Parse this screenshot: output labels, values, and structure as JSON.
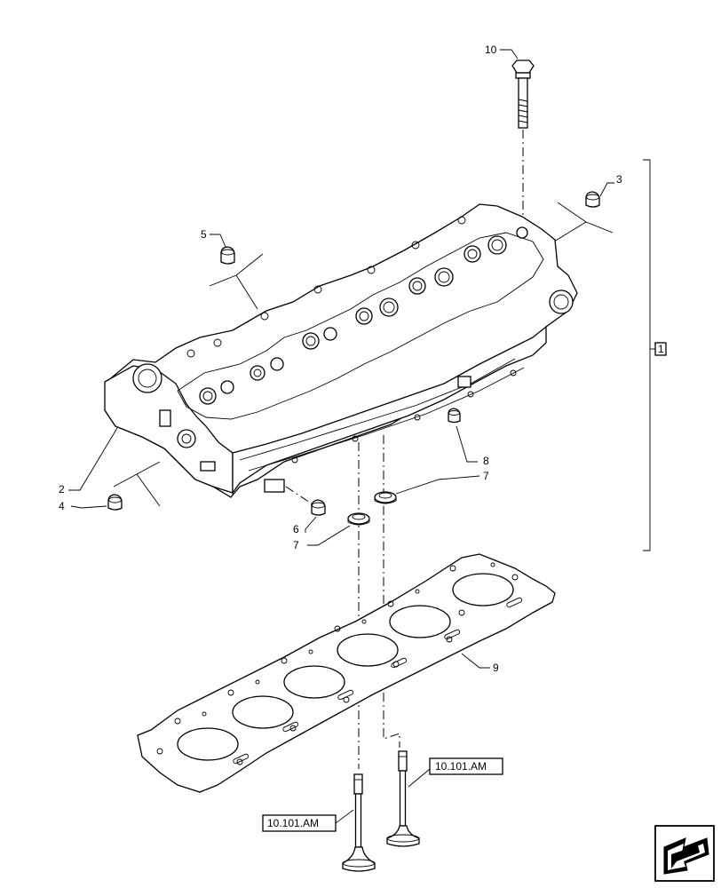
{
  "callouts": {
    "c10": "10",
    "c3": "3",
    "c5": "5",
    "c1": "1",
    "c8": "8",
    "c7a": "7",
    "c2": "2",
    "c4": "4",
    "c6": "6",
    "c7b": "7",
    "c9": "9"
  },
  "references": {
    "ref_right": "10.101.AM",
    "ref_left": "10.101.AM"
  },
  "icons": {
    "nav": "next-page-arrow-icon"
  }
}
